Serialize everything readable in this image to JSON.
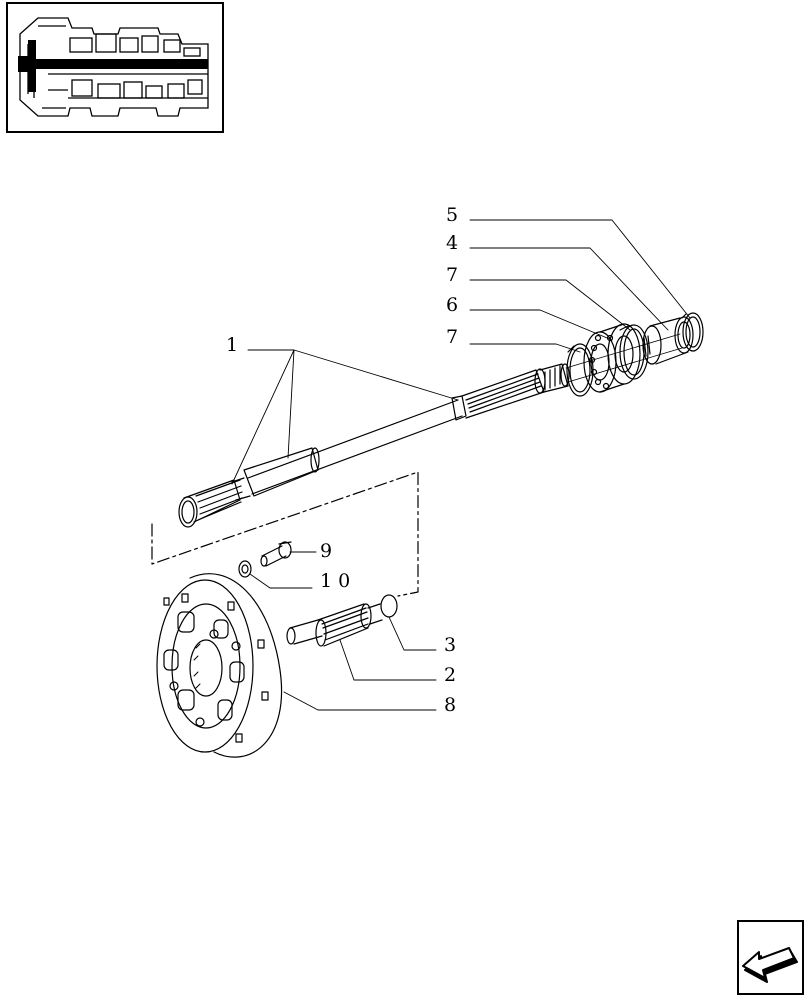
{
  "callouts": {
    "c1": "1",
    "c2": "2",
    "c3": "3",
    "c4": "4",
    "c5": "5",
    "c6": "6",
    "c7a": "7",
    "c7b": "7",
    "c8": "8",
    "c9": "9",
    "c10": "1 0"
  },
  "icons": {
    "thumbnail": "transmission-overview-thumbnail",
    "nav": "arrow-back-nav-icon"
  }
}
